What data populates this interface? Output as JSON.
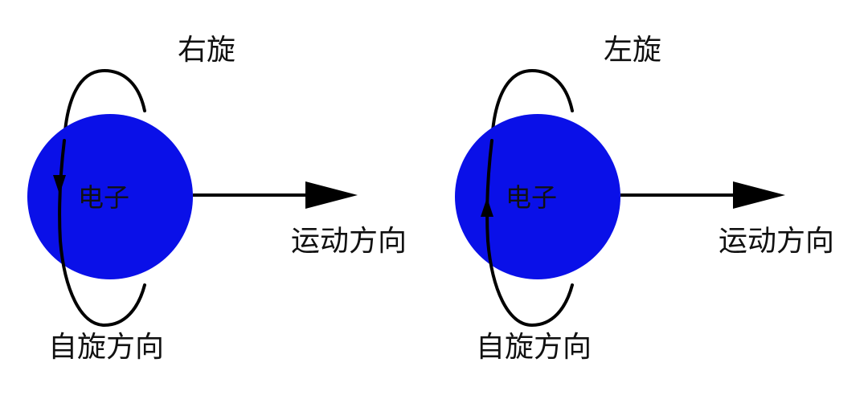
{
  "panels": [
    {
      "title": "右旋",
      "particle_label": "电子",
      "motion_label": "运动方向",
      "spin_label": "自旋方向",
      "spin_arrow_direction": "down"
    },
    {
      "title": "左旋",
      "particle_label": "电子",
      "motion_label": "运动方向",
      "spin_label": "自旋方向",
      "spin_arrow_direction": "up"
    }
  ],
  "colors": {
    "electron": "#0a10e8",
    "ink": "#000000",
    "text": "#111111"
  }
}
